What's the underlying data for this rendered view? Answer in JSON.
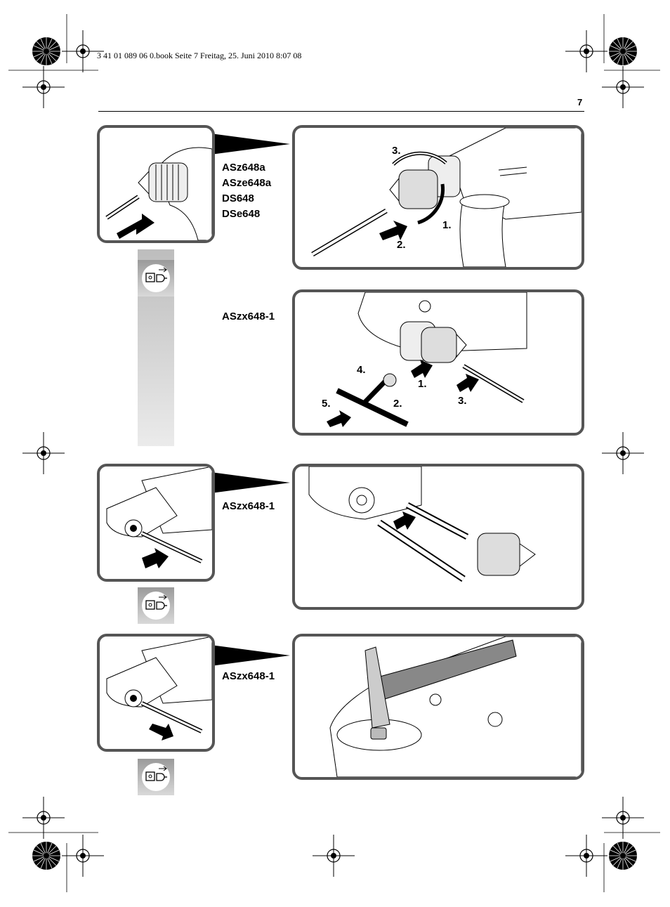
{
  "header": {
    "file_info": "3 41 01 089 06 0.book  Seite 7  Freitag, 25. Juni 2010  8:07 08",
    "page_number": "7"
  },
  "sections": [
    {
      "models": [
        "ASz648a",
        "ASze648a",
        "DS648",
        "DSe648"
      ],
      "steps": [
        "3.",
        "1.",
        "2."
      ]
    },
    {
      "models": [
        "ASzx648-1"
      ],
      "steps": [
        "4.",
        "1.",
        "5.",
        "2.",
        "3."
      ]
    },
    {
      "models": [
        "ASzx648-1"
      ]
    },
    {
      "models": [
        "ASzx648-1"
      ]
    }
  ],
  "icons": {
    "plug": "unplug-icon",
    "registration": "registration-mark-icon",
    "color_wheel": "color-wheel-icon"
  },
  "colors": {
    "box_border": "#555555",
    "strip_top": "#bdbdbd",
    "strip_bottom": "#ebebeb"
  }
}
